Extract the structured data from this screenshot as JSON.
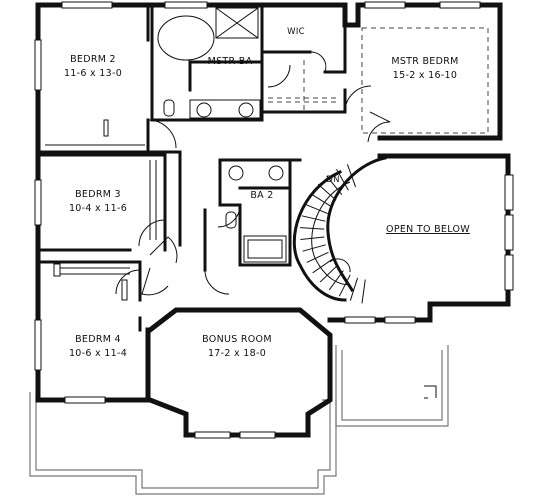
{
  "rooms": [
    {
      "key": "bedrm2",
      "name": "BEDRM 2",
      "dims": "11-6 x 13-0"
    },
    {
      "key": "mstr_ba",
      "name": "MSTR BA",
      "dims": ""
    },
    {
      "key": "wic",
      "name": "WIC",
      "dims": ""
    },
    {
      "key": "mstr_bedrm",
      "name": "MSTR BEDRM",
      "dims": "15-2 x 16-10"
    },
    {
      "key": "bedrm3",
      "name": "BEDRM 3",
      "dims": "10-4 x 11-6"
    },
    {
      "key": "ba2",
      "name": "BA 2",
      "dims": ""
    },
    {
      "key": "open_below",
      "name": "OPEN TO BELOW",
      "dims": ""
    },
    {
      "key": "bedrm4",
      "name": "BEDRM 4",
      "dims": "10-6 x 11-4"
    },
    {
      "key": "bonus",
      "name": "BONUS ROOM",
      "dims": "17-2 x 18-0"
    }
  ],
  "stair_label": "DN"
}
